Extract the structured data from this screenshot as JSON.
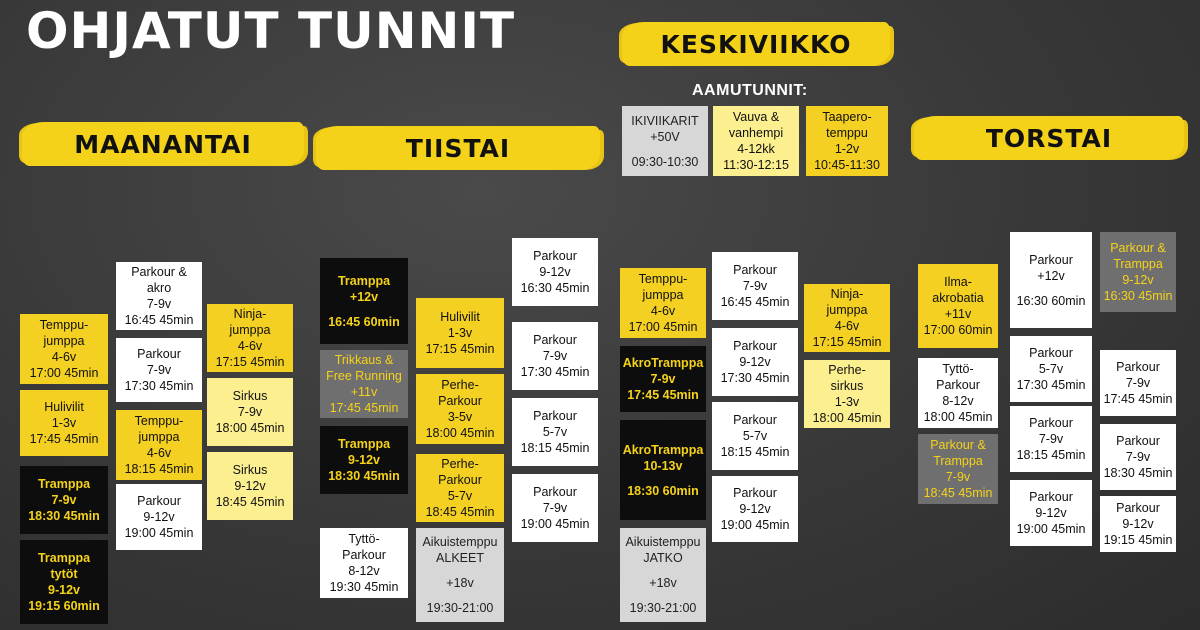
{
  "title": "OHJATUT TUNNIT",
  "days": {
    "maanantai": "MAANANTAI",
    "tiistai": "TIISTAI",
    "keskiviikko": "KESKIVIIKKO",
    "torstai": "TORSTAI"
  },
  "aamutunnit_label": "AAMUTUNNIT:",
  "colors": {
    "white": "#ffffff",
    "yellow": "#f4d023",
    "light_yellow": "#fbef8f",
    "black": "#0d0d0d",
    "grey": "#6f6f6f",
    "light_grey": "#d7d7d7",
    "accent_text": "#f5d21a"
  },
  "classes": {
    "ke_morning": [
      {
        "lines": [
          "IKIVIIKARIT",
          "+50V",
          "",
          "09:30-10:30"
        ]
      },
      {
        "lines": [
          "Vauva &",
          "vanhempi",
          "4-12kk",
          "11:30-12:15"
        ]
      },
      {
        "lines": [
          "Taapero-",
          "temppu",
          "1-2v",
          "10:45-11:30"
        ]
      }
    ],
    "ma": [
      {
        "lines": [
          "Temppu-",
          "jumppa",
          "4-6v",
          "17:00 45min"
        ]
      },
      {
        "lines": [
          "Hulivilit",
          "1-3v",
          "17:45 45min"
        ]
      },
      {
        "lines": [
          "Tramppa",
          "7-9v",
          "18:30 45min"
        ]
      },
      {
        "lines": [
          "Tramppa",
          "tytöt",
          "9-12v",
          "19:15 60min"
        ]
      },
      {
        "lines": [
          "Parkour &",
          "akro",
          "7-9v",
          "16:45 45min"
        ]
      },
      {
        "lines": [
          "Parkour",
          "7-9v",
          "17:30 45min"
        ]
      },
      {
        "lines": [
          "Temppu-",
          "jumppa",
          "4-6v",
          "18:15 45min"
        ]
      },
      {
        "lines": [
          "Parkour",
          "9-12v",
          "19:00 45min"
        ]
      },
      {
        "lines": [
          "Ninja-",
          "jumppa",
          "4-6v",
          "17:15 45min"
        ]
      },
      {
        "lines": [
          "Sirkus",
          "7-9v",
          "18:00 45min"
        ]
      },
      {
        "lines": [
          "Sirkus",
          "9-12v",
          "18:45 45min"
        ]
      }
    ],
    "ti": [
      {
        "lines": [
          "Tramppa",
          "+12v",
          "",
          "16:45 60min"
        ]
      },
      {
        "lines": [
          "Trikkaus &",
          "Free Running",
          "+11v",
          "17:45 45min"
        ]
      },
      {
        "lines": [
          "Tramppa",
          "9-12v",
          "18:30 45min"
        ]
      },
      {
        "lines": [
          "Tyttö-",
          "Parkour",
          "8-12v",
          "19:30 45min"
        ]
      },
      {
        "lines": [
          "Hulivilit",
          "1-3v",
          "17:15 45min"
        ]
      },
      {
        "lines": [
          "Perhe-",
          "Parkour",
          "3-5v",
          "18:00 45min"
        ]
      },
      {
        "lines": [
          "Perhe-",
          "Parkour",
          "5-7v",
          "18:45 45min"
        ]
      },
      {
        "lines": [
          "Aikuistemppu",
          "ALKEET",
          "",
          "+18v",
          "",
          "19:30-21:00"
        ]
      },
      {
        "lines": [
          "Parkour",
          "9-12v",
          "16:30 45min"
        ]
      },
      {
        "lines": [
          "Parkour",
          "7-9v",
          "17:30 45min"
        ]
      },
      {
        "lines": [
          "Parkour",
          "5-7v",
          "18:15 45min"
        ]
      },
      {
        "lines": [
          "Parkour",
          "7-9v",
          "19:00 45min"
        ]
      }
    ],
    "ke": [
      {
        "lines": [
          "Temppu-",
          "jumppa",
          "4-6v",
          "17:00 45min"
        ]
      },
      {
        "lines": [
          "AkroTramppa",
          "7-9v",
          "17:45 45min"
        ]
      },
      {
        "lines": [
          "AkroTramppa",
          "10-13v",
          "",
          "18:30 60min"
        ]
      },
      {
        "lines": [
          "Aikuistemppu",
          "JATKO",
          "",
          "+18v",
          "",
          "19:30-21:00"
        ]
      },
      {
        "lines": [
          "Parkour",
          "7-9v",
          "16:45 45min"
        ]
      },
      {
        "lines": [
          "Parkour",
          "9-12v",
          "17:30 45min"
        ]
      },
      {
        "lines": [
          "Parkour",
          "5-7v",
          "18:15 45min"
        ]
      },
      {
        "lines": [
          "Parkour",
          "9-12v",
          "19:00 45min"
        ]
      },
      {
        "lines": [
          "Ninja-",
          "jumppa",
          "4-6v",
          "17:15 45min"
        ]
      },
      {
        "lines": [
          "Perhe-",
          "sirkus",
          "1-3v",
          "18:00 45min"
        ]
      }
    ],
    "to": [
      {
        "lines": [
          "Ilma-",
          "akrobatia",
          "+11v",
          "17:00 60min"
        ]
      },
      {
        "lines": [
          "Tyttö-",
          "Parkour",
          "8-12v",
          "18:00 45min"
        ]
      },
      {
        "lines": [
          "Parkour &",
          "Tramppa",
          "7-9v",
          "18:45 45min"
        ]
      },
      {
        "lines": [
          "Parkour",
          "+12v",
          "",
          "16:30 60min"
        ]
      },
      {
        "lines": [
          "Parkour",
          "5-7v",
          "17:30 45min"
        ]
      },
      {
        "lines": [
          "Parkour",
          "7-9v",
          "18:15 45min"
        ]
      },
      {
        "lines": [
          "Parkour",
          "9-12v",
          "19:00 45min"
        ]
      },
      {
        "lines": [
          "Parkour &",
          "Tramppa",
          "9-12v",
          "16:30 45min"
        ]
      },
      {
        "lines": [
          "Parkour",
          "7-9v",
          "17:45 45min"
        ]
      },
      {
        "lines": [
          "Parkour",
          "7-9v",
          "18:30 45min"
        ]
      },
      {
        "lines": [
          "Parkour",
          "9-12v",
          "19:15 45min"
        ]
      }
    ]
  }
}
